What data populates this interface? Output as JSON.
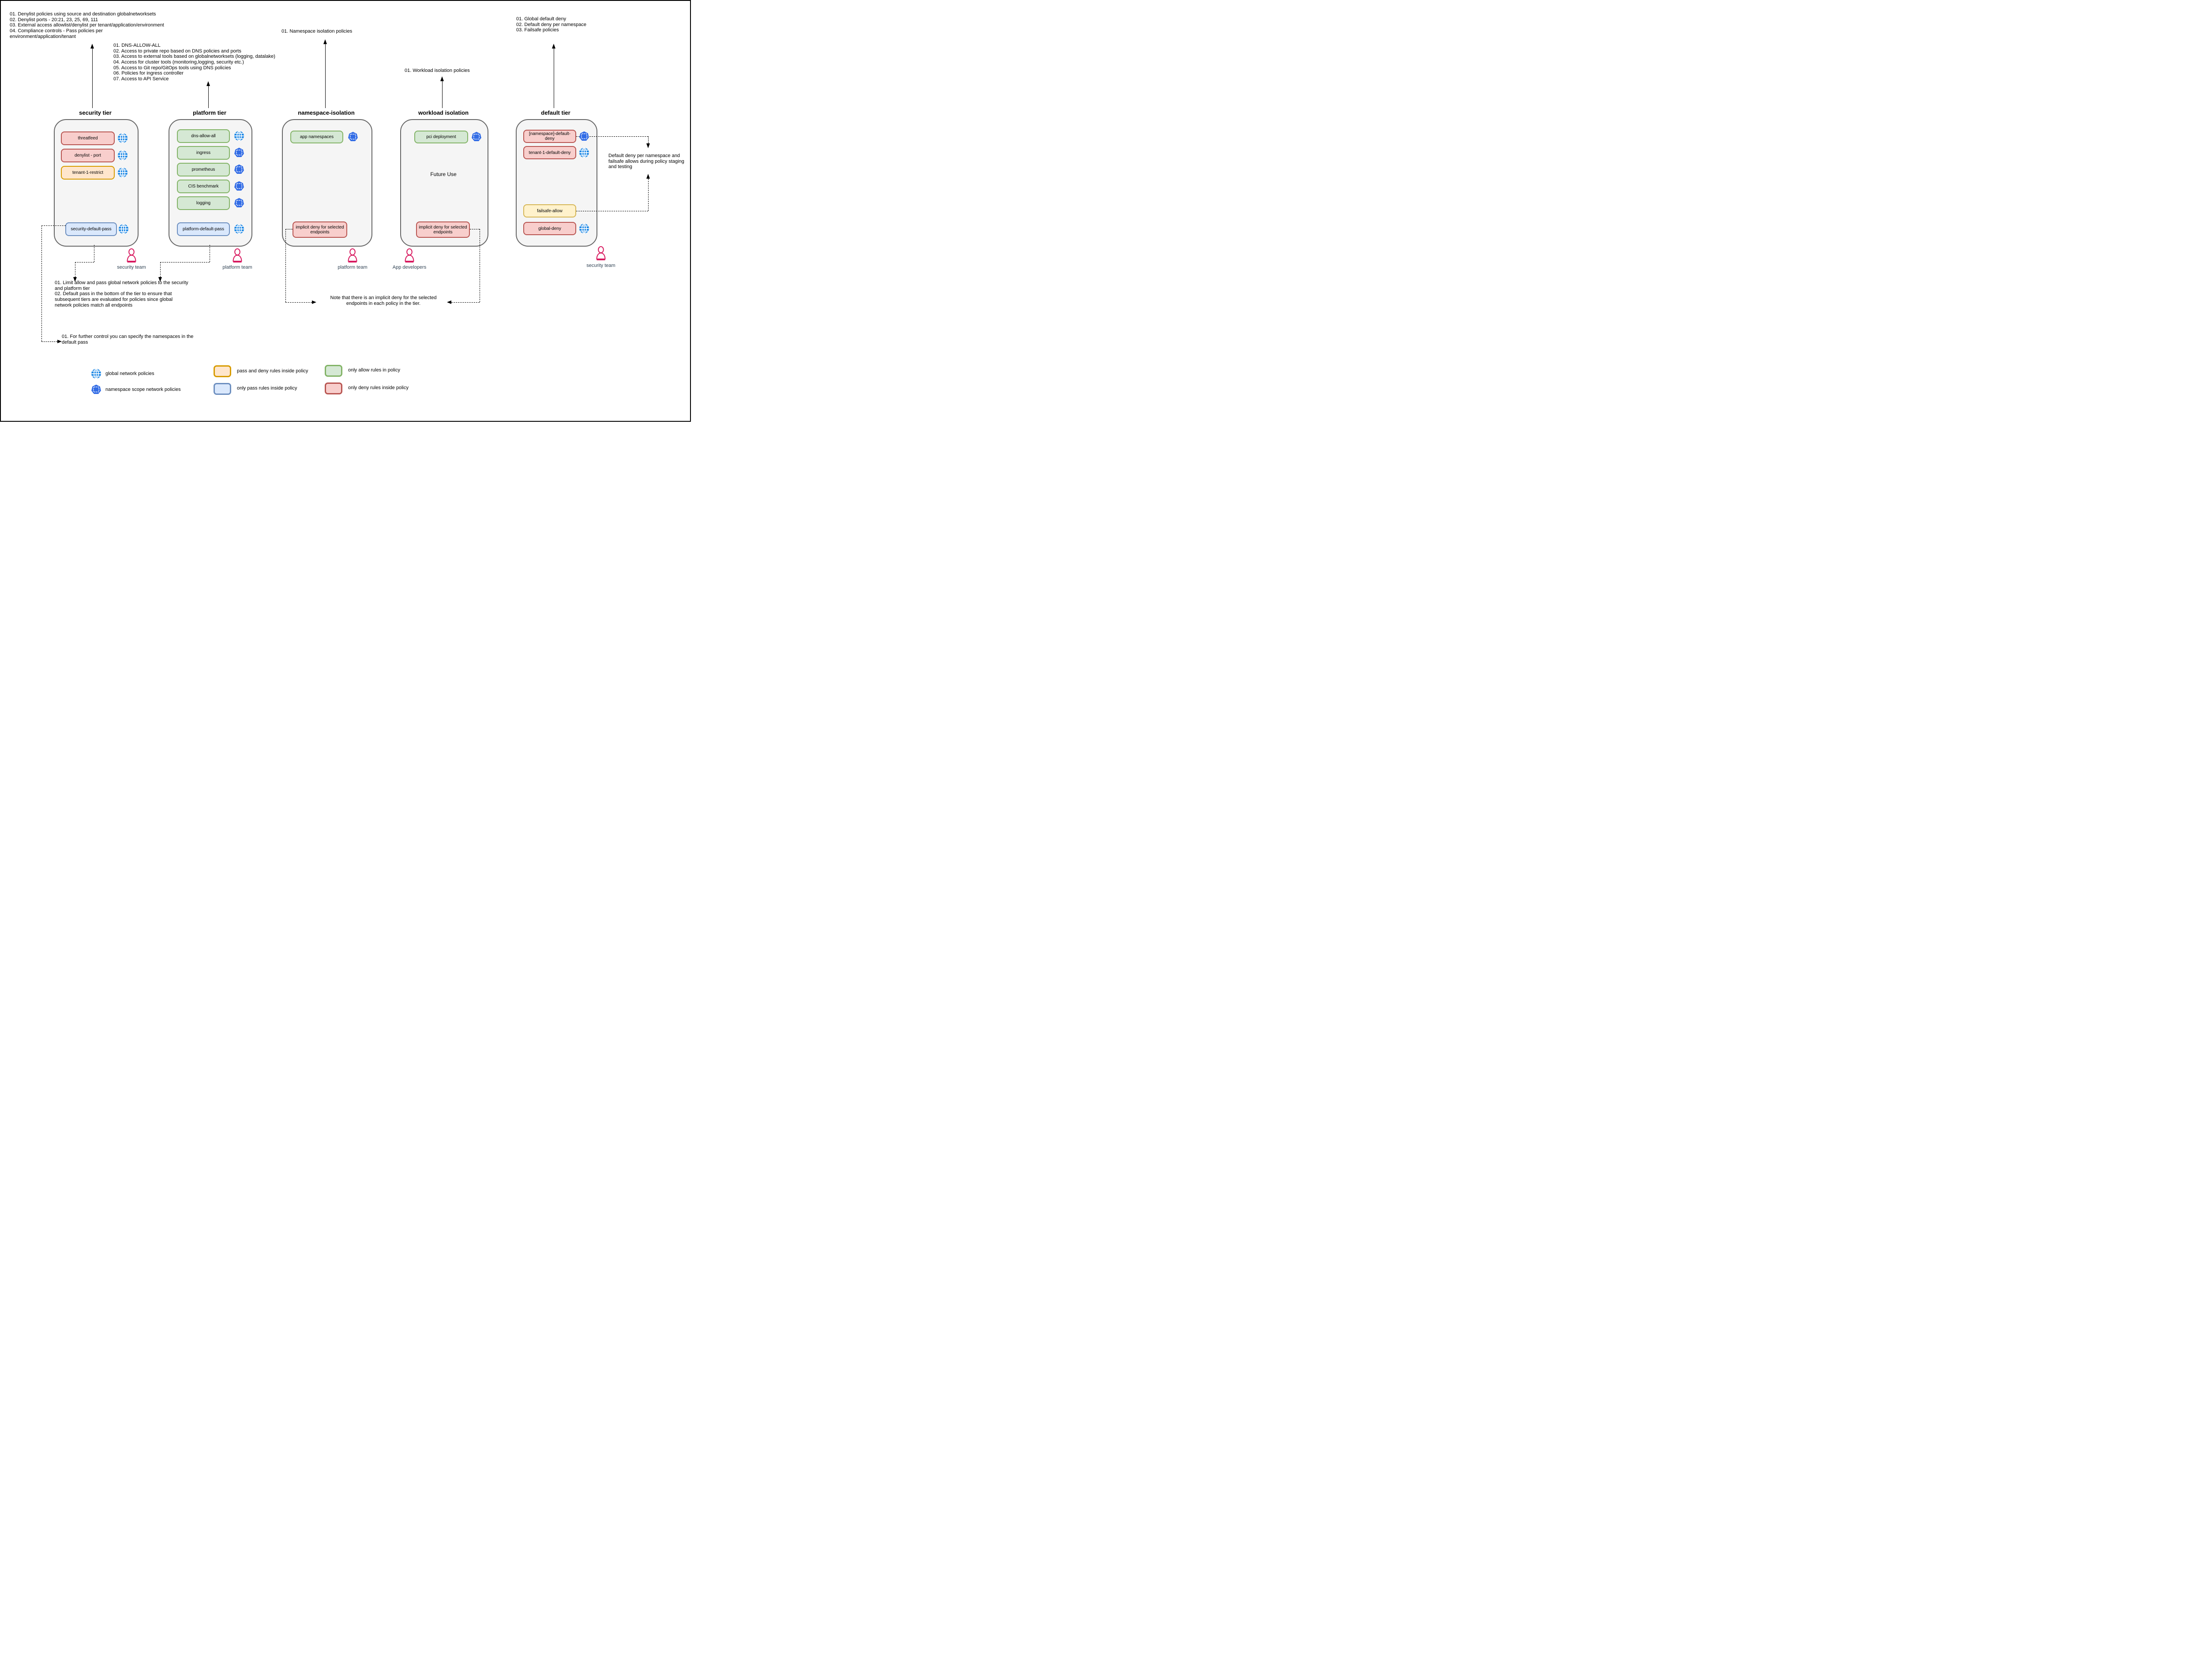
{
  "colors": {
    "deny_fill": "#f8cecc",
    "deny_border": "#b85450",
    "pass_deny_fill": "#ffe6cc",
    "pass_deny_border": "#d79b00",
    "failsafe_fill": "#fff2cc",
    "failsafe_border": "#d6b656",
    "allow_fill": "#d5e8d4",
    "allow_border": "#82b366",
    "pass_fill": "#dae8fc",
    "pass_border": "#6c8ebf",
    "tier_fill": "#f5f5f5",
    "tier_border": "#666666",
    "globe_blue": "#1e88e5",
    "namespace_blue": "#326ce5",
    "person_pink": "#d81b60",
    "team_text": "#314354"
  },
  "annotations": {
    "security_top": "01. Denylist policies using source and destination globalnetworksets\n02. Denylist ports - 20:21, 23, 25, 69, 111\n03. External access allowlist/denylist per tenant/application/environment\n04. Compliance controls - Pass policies per\nenvironment/application/tenant",
    "platform_top": "01. DNS-ALLOW-ALL\n02. Access to private repo based on DNS policies and ports\n03. Access to external tools based on globalnetworksets (logging, datalake)\n04. Access for cluster tools (monitoring,logging, security etc.)\n05. Access to Git repo/GitOps tools using DNS policies\n06. Policies for ingress controller\n07. Access to API Service",
    "namespace_top": "01. Namespace isolation policies",
    "workload_top": "01. Workload isolation policies",
    "default_top": "01. Global default deny\n02. Default deny per namespace\n03. Failsafe policies",
    "default_side_note": "Default deny per namespace and failsafe allows during policy staging and testing",
    "bottom_left": "01. Limit allow and pass global network policies to the security\nand platform tier\n02. Default pass in the bottom of the tier to ensure that\nsubsequent tiers are evaluated for policies since global\nnetwork policies match all endpoints",
    "further_control": "01. For further control you can specify the namespaces in the\ndefault pass",
    "implicit_deny_note": "Note that there is an implicit deny for the selected\nendpoints in each policy in the tier."
  },
  "tiers": [
    {
      "title": "security tier",
      "pills": [
        {
          "label": "threatfeed",
          "rule_type": "only deny rules",
          "scope": "global"
        },
        {
          "label": "denylist - port",
          "rule_type": "only deny rules",
          "scope": "global"
        },
        {
          "label": "tenant-1-restrict",
          "rule_type": "pass and deny rules",
          "scope": "global"
        },
        {
          "label": "security-default-pass",
          "rule_type": "only pass rules",
          "scope": "global"
        }
      ]
    },
    {
      "title": "platform tier",
      "pills": [
        {
          "label": "dns-allow-all",
          "rule_type": "only allow rules",
          "scope": "global"
        },
        {
          "label": "ingress",
          "rule_type": "only allow rules",
          "scope": "namespace"
        },
        {
          "label": "prometheus",
          "rule_type": "only allow rules",
          "scope": "namespace"
        },
        {
          "label": "CIS benchmark",
          "rule_type": "only allow rules",
          "scope": "namespace"
        },
        {
          "label": "logging",
          "rule_type": "only allow rules",
          "scope": "namespace"
        },
        {
          "label": "platform-default-pass",
          "rule_type": "only pass rules",
          "scope": "global"
        }
      ]
    },
    {
      "title": "namespace-isolation",
      "pills": [
        {
          "label": "app namespaces",
          "rule_type": "only allow rules",
          "scope": "namespace"
        },
        {
          "label": "implicit deny for selected endpoints",
          "rule_type": "only deny rules",
          "scope": ""
        }
      ]
    },
    {
      "title": "workload isolation",
      "center_label": "Future Use",
      "pills": [
        {
          "label": "pci deployment",
          "rule_type": "only allow rules",
          "scope": "namespace"
        },
        {
          "label": "implicit deny for selected endpoints",
          "rule_type": "only deny rules",
          "scope": ""
        }
      ]
    },
    {
      "title": "default tier",
      "pills": [
        {
          "label": "[namespace]-default-deny",
          "rule_type": "only deny rules",
          "scope": "namespace"
        },
        {
          "label": "tenant-1-default-deny",
          "rule_type": "only deny rules",
          "scope": "global"
        },
        {
          "label": "failsafe-allow",
          "rule_type": "failsafe",
          "scope": ""
        },
        {
          "label": "global-deny",
          "rule_type": "only deny rules",
          "scope": "global"
        }
      ]
    }
  ],
  "teams": [
    {
      "label": "security team"
    },
    {
      "label": "platform team"
    },
    {
      "label": "platform team"
    },
    {
      "label": "App developers"
    },
    {
      "label": "security team"
    }
  ],
  "legend": {
    "global_policies": "global network policies",
    "namespace_policies": "namespace scope network policies",
    "pass_and_deny": "pass and deny rules inside policy",
    "only_pass": "only pass rules inside policy",
    "only_allow": "only allow rules in policy",
    "only_deny": "only deny rules inside policy"
  }
}
